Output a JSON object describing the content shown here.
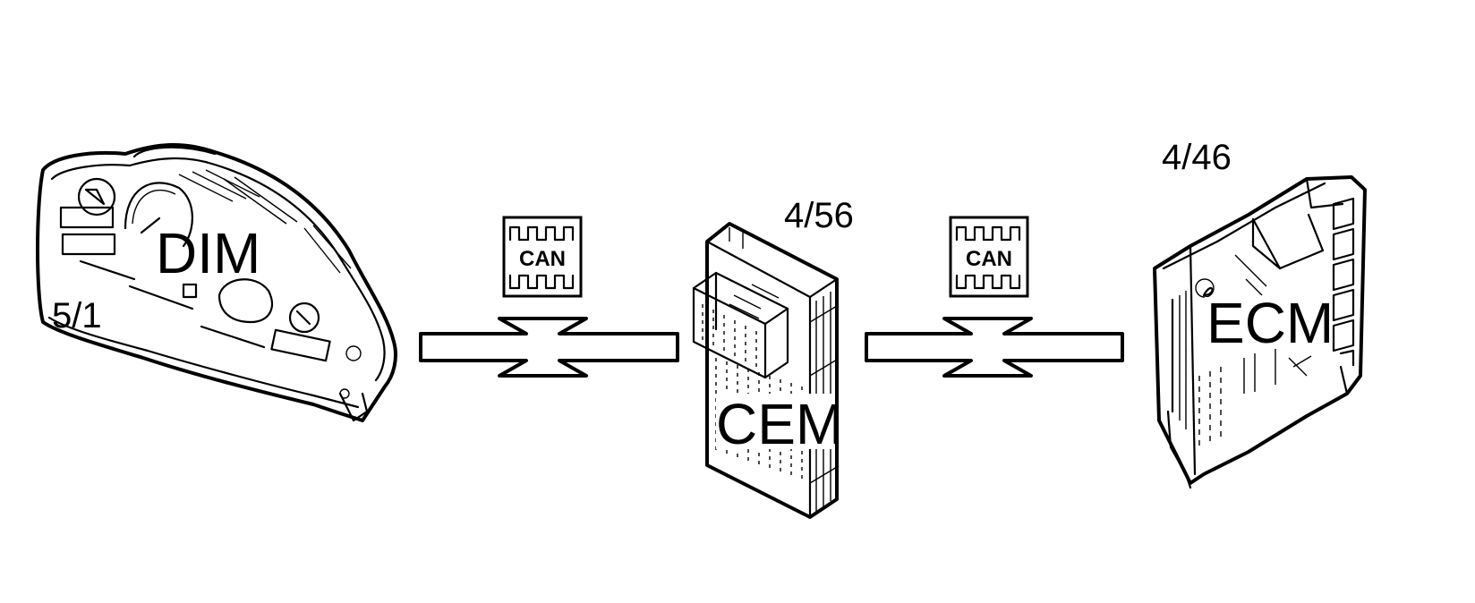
{
  "modules": [
    {
      "name": "DIM",
      "ref": "5/1"
    },
    {
      "name": "CEM",
      "ref": "4/56"
    },
    {
      "name": "ECM",
      "ref": "4/46"
    }
  ],
  "links": [
    {
      "from": "DIM",
      "to": "CEM",
      "bus_label": "CAN"
    },
    {
      "from": "CEM",
      "to": "ECM",
      "bus_label": "CAN"
    }
  ],
  "colors": {
    "ink": "#000000",
    "background": "#ffffff"
  }
}
